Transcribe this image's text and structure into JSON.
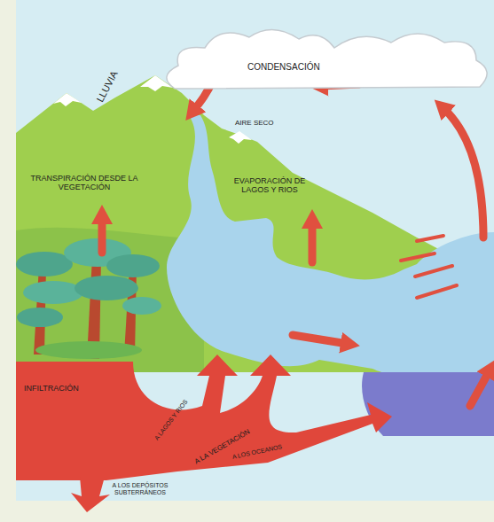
{
  "diagram": {
    "nodes": [
      {
        "text": [
          "CONDENSACIÓN"
        ]
      }
    ],
    "labels": [
      "LLUVIA",
      "AIRE SECO",
      "TRANSPIRACIÓN DESDE LA VEGETACIÓN",
      "EVAPORACIÓN DE LAGOS Y RIOS",
      "INFILTRACIÓN",
      "A LAGOS Y RIOS",
      "A LA VEGETACIÓN",
      "A LOS OCEANOS",
      "A LOS DEPÓSITOS SUBTERRÁNEOS"
    ]
  }
}
